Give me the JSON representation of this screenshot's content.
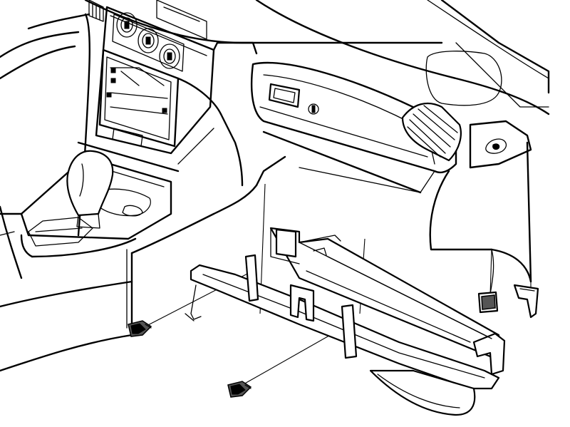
{
  "image": {
    "kind": "line-art technical illustration",
    "colors": {
      "ink": "#000000",
      "paper": "#ffffff",
      "shade": "#555555"
    },
    "parts": [
      "dashboard",
      "center-console",
      "climate-control-knobs",
      "gear-selector",
      "glovebox-lid",
      "side-air-vent",
      "glovebox-frame",
      "mounting-screw",
      "mounting-screw",
      "wiring-connector",
      "mounting-clip"
    ]
  }
}
